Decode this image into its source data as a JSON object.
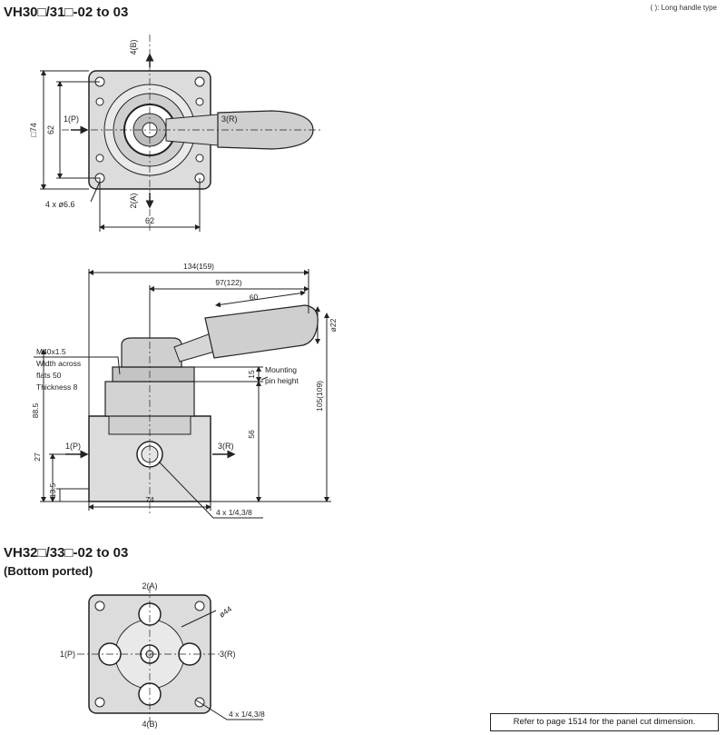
{
  "header_note": "( ): Long handle type",
  "section1": {
    "title": "VH30□/31□-02 to 03",
    "top_view": {
      "port_b": "4(B)",
      "port_a": "2(A)",
      "port_p": "1(P)",
      "port_r": "3(R)",
      "dim_outer_v": "□74",
      "dim_inner_v": "62",
      "dim_inner_h": "62",
      "holes": "4 x ø6.6"
    },
    "side_view": {
      "dim_total_len": "134(159)",
      "dim_handle_len": "97(122)",
      "dim_grip": "60",
      "dim_grip_dia": "ø22",
      "thread": "M40x1.5",
      "flats_1": "Width across",
      "flats_2": "flats 50",
      "thickness": "Thickness 8",
      "dim_mount": "15",
      "mount_label_1": "Mounting",
      "mount_label_2": "pin height",
      "dim_body_h": "56",
      "dim_total_h": "105(109)",
      "dim_88": "88.5",
      "dim_27": "27",
      "dim_13": "13.5",
      "dim_width": "74",
      "port_p": "1(P)",
      "port_r": "3(R)",
      "ports_note": "4 x 1/4,3/8"
    }
  },
  "section2": {
    "title": "VH32□/33□-02 to 03",
    "subtitle": "(Bottom ported)",
    "port_a": "2(A)",
    "port_b": "4(B)",
    "port_p": "1(P)",
    "port_r": "3(R)",
    "dim_dia": "ø44",
    "ports_note": "4 x 1/4,3/8"
  },
  "footer_ref": "Refer to page 1514 for the panel cut dimension."
}
